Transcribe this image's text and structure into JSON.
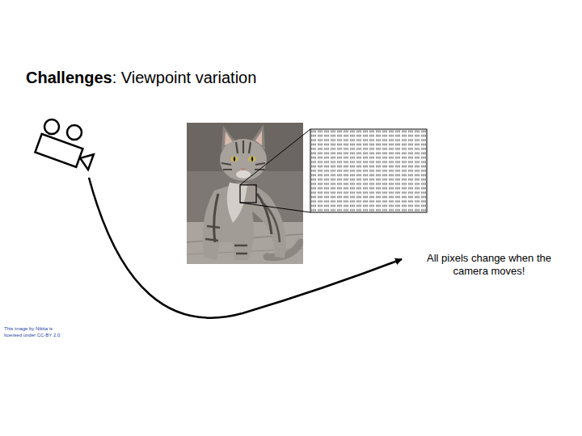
{
  "diagram": {
    "labels": [
      "Challenges",
      ": Viewpoint variation",
      "All pixels change when the camera moves!",
      "This image by Nikita is licensed under CC-BY 2.0"
    ]
  }
}
